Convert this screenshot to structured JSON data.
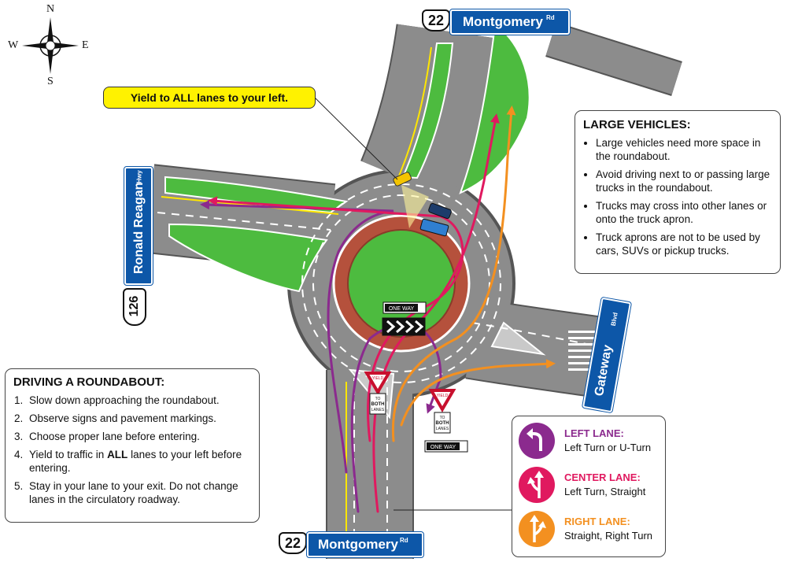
{
  "compass": {
    "north": "N",
    "south": "S",
    "east": "E",
    "west": "W"
  },
  "signs": {
    "north": {
      "route": "22",
      "name": "Montgomery",
      "suffix": "Rd"
    },
    "south": {
      "route": "22",
      "name": "Montgomery",
      "suffix": "Rd"
    },
    "west": {
      "route": "126",
      "name": "Ronald Reagan",
      "suffix": "Hwy"
    },
    "east": {
      "name": "Gateway",
      "suffix": "Blvd"
    }
  },
  "callout": {
    "yield": "Yield to ALL lanes to your left."
  },
  "road_signs": {
    "one_way": "ONE WAY",
    "yield_word": "YIELD",
    "to_both_lanes": [
      "TO",
      "BOTH",
      "LANES"
    ]
  },
  "large_vehicles": {
    "title": "LARGE VEHICLES:",
    "items": [
      "Large vehicles need more space in the roundabout.",
      "Avoid driving next to or passing large trucks in the roundabout.",
      "Trucks may cross into other lanes or onto the truck apron.",
      "Truck aprons are not to be used by cars, SUVs or pickup trucks."
    ]
  },
  "driving": {
    "title": "DRIVING A ROUNDABOUT:",
    "step1": "Slow down approaching the roundabout.",
    "step2": "Observe signs and pavement markings.",
    "step3": "Choose proper lane before entering.",
    "step4_pre": "Yield to traffic in ",
    "step4_bold": "ALL",
    "step4_post": " lanes to your left before entering.",
    "step5": "Stay in your lane to your exit. Do not change lanes in the circulatory roadway."
  },
  "lanes": {
    "left": {
      "title": "LEFT LANE:",
      "desc": "Left Turn or U-Turn",
      "color": "#8b2a8e"
    },
    "center": {
      "title": "CENTER LANE:",
      "desc": "Left Turn, Straight",
      "color": "#e0195f"
    },
    "right": {
      "title": "RIGHT LANE:",
      "desc": "Straight, Right Turn",
      "color": "#f39020"
    }
  },
  "colors": {
    "road": "#8c8c8c",
    "grass": "#4dbb3f",
    "apron": "#b5513c",
    "sign_blue": "#0d57a8",
    "callout_yellow": "#fff200"
  }
}
